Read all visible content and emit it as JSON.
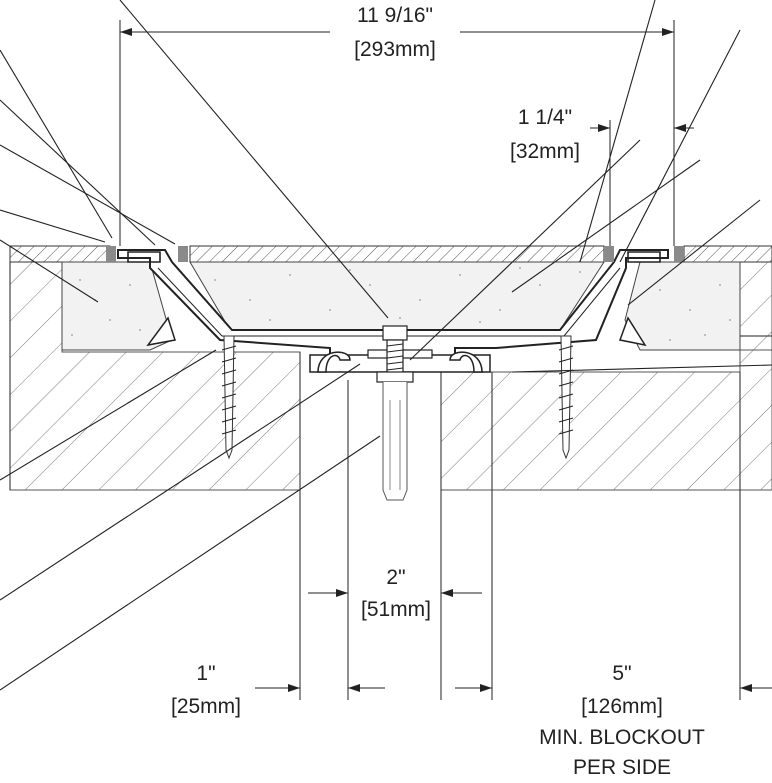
{
  "dimensions": {
    "overall_width": {
      "imperial": "11 9/16\"",
      "metric": "[293mm]"
    },
    "flange": {
      "imperial": "1 1/4\"",
      "metric": "[32mm]"
    },
    "gap": {
      "imperial": "2\"",
      "metric": "[51mm]"
    },
    "offset": {
      "imperial": "1\"",
      "metric": "[25mm]"
    },
    "blockout": {
      "imperial": "5\"",
      "metric": "[126mm]",
      "note_line1": "MIN. BLOCKOUT",
      "note_line2": "PER SIDE"
    }
  },
  "colors": {
    "line": "#222222",
    "hatch": "#7a7a7a",
    "seal_gray": "#8a8a8a",
    "foam_dots": "#9a9a9a"
  }
}
